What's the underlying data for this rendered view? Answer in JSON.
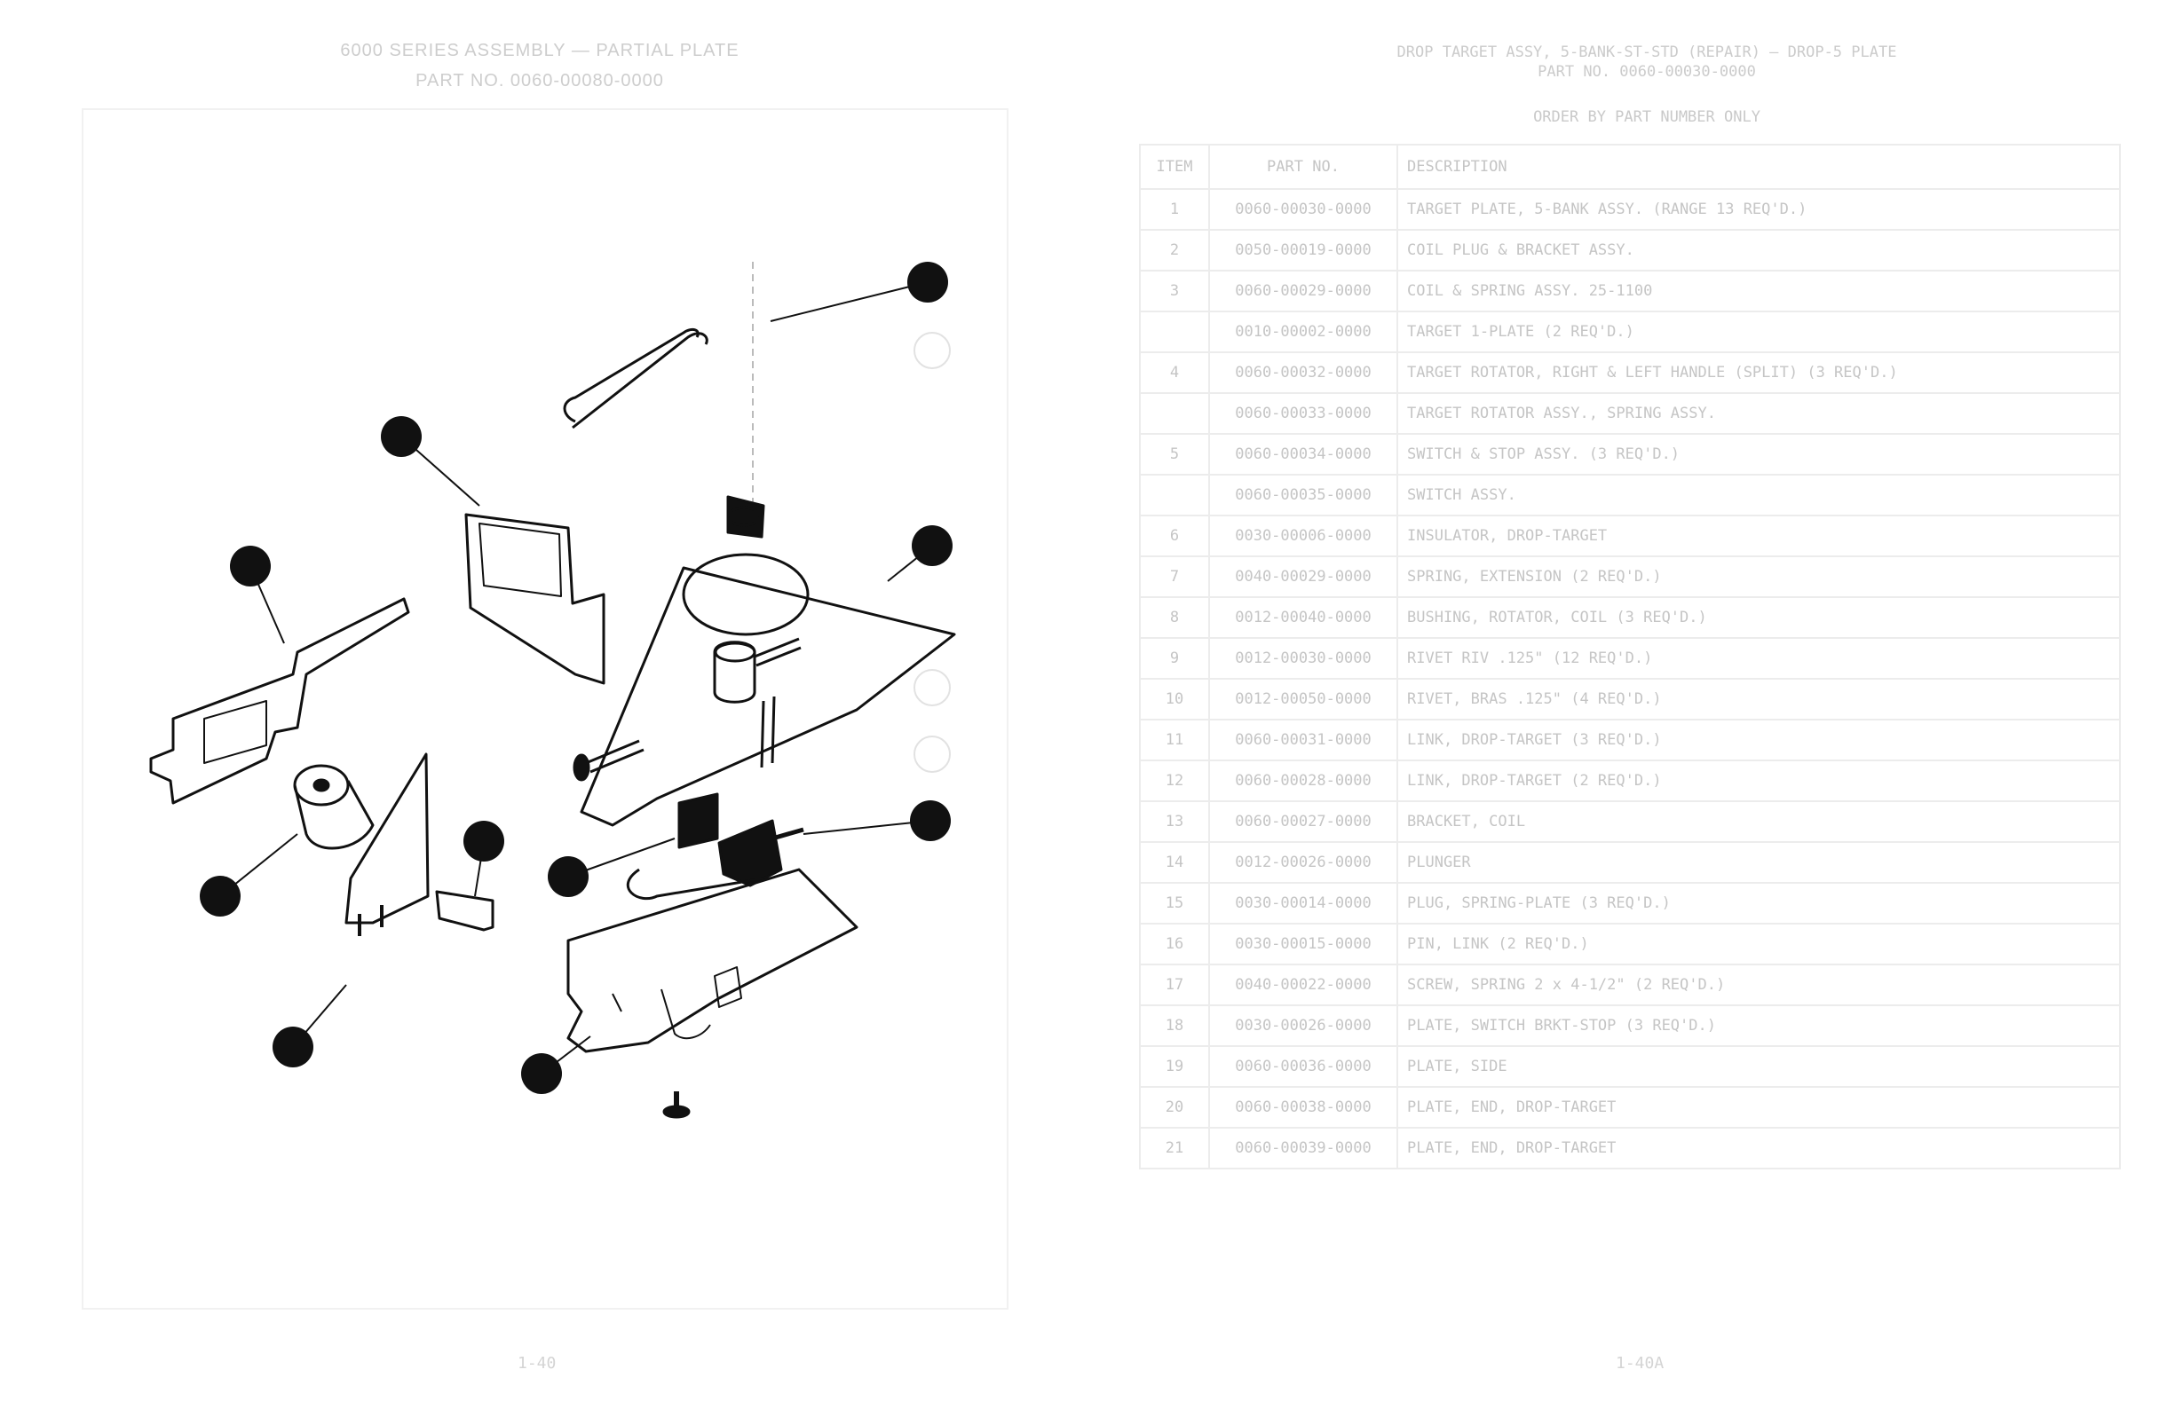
{
  "left_page": {
    "title_line1": "6000 SERIES ASSEMBLY — PARTIAL PLATE",
    "title_line2": "PART NO. 0060-00080-0000",
    "page_number": "1-40"
  },
  "right_page": {
    "title_line1": "DROP TARGET ASSY, 5-BANK-ST-STD (REPAIR) — DROP-5 PLATE",
    "title_line2": "PART NO. 0060-00030-0000",
    "subheading": "ORDER BY PART NUMBER ONLY",
    "page_number": "1-40A",
    "table": {
      "headers": [
        "ITEM",
        "PART NO.",
        "DESCRIPTION"
      ],
      "rows": [
        {
          "item": "1",
          "part": "0060-00030-0000",
          "desc": "TARGET PLATE, 5-BANK ASSY. (RANGE 13 REQ'D.)"
        },
        {
          "item": "2",
          "part": "0050-00019-0000",
          "desc": "COIL PLUG & BRACKET ASSY."
        },
        {
          "item": "3",
          "part": "0060-00029-0000",
          "desc": "COIL & SPRING ASSY. 25-1100"
        },
        {
          "item": "",
          "part": "0010-00002-0000",
          "desc": "TARGET 1-PLATE (2 REQ'D.)"
        },
        {
          "item": "4",
          "part": "0060-00032-0000",
          "desc": "TARGET ROTATOR, RIGHT & LEFT HANDLE (SPLIT) (3 REQ'D.)"
        },
        {
          "item": "",
          "part": "0060-00033-0000",
          "desc": "TARGET ROTATOR ASSY., SPRING ASSY."
        },
        {
          "item": "5",
          "part": "0060-00034-0000",
          "desc": "SWITCH & STOP ASSY. (3 REQ'D.)"
        },
        {
          "item": "",
          "part": "0060-00035-0000",
          "desc": "SWITCH ASSY."
        },
        {
          "item": "6",
          "part": "0030-00006-0000",
          "desc": "INSULATOR, DROP-TARGET"
        },
        {
          "item": "7",
          "part": "0040-00029-0000",
          "desc": "SPRING, EXTENSION (2 REQ'D.)"
        },
        {
          "item": "8",
          "part": "0012-00040-0000",
          "desc": "BUSHING, ROTATOR, COIL (3 REQ'D.)"
        },
        {
          "item": "9",
          "part": "0012-00030-0000",
          "desc": "RIVET RIV .125\" (12 REQ'D.)"
        },
        {
          "item": "10",
          "part": "0012-00050-0000",
          "desc": "RIVET, BRAS .125\" (4 REQ'D.)"
        },
        {
          "item": "11",
          "part": "0060-00031-0000",
          "desc": "LINK, DROP-TARGET (3 REQ'D.)"
        },
        {
          "item": "12",
          "part": "0060-00028-0000",
          "desc": "LINK, DROP-TARGET (2 REQ'D.)"
        },
        {
          "item": "13",
          "part": "0060-00027-0000",
          "desc": "BRACKET, COIL"
        },
        {
          "item": "14",
          "part": "0012-00026-0000",
          "desc": "PLUNGER"
        },
        {
          "item": "15",
          "part": "0030-00014-0000",
          "desc": "PLUG, SPRING-PLATE (3 REQ'D.)"
        },
        {
          "item": "16",
          "part": "0030-00015-0000",
          "desc": "PIN, LINK (2 REQ'D.)"
        },
        {
          "item": "17",
          "part": "0040-00022-0000",
          "desc": "SCREW, SPRING 2 x 4-1/2\" (2 REQ'D.)"
        },
        {
          "item": "18",
          "part": "0030-00026-0000",
          "desc": "PLATE, SWITCH BRKT-STOP (3 REQ'D.)"
        },
        {
          "item": "19",
          "part": "0060-00036-0000",
          "desc": "PLATE, SIDE"
        },
        {
          "item": "20",
          "part": "0060-00038-0000",
          "desc": "PLATE, END, DROP-TARGET"
        },
        {
          "item": "21",
          "part": "0060-00039-0000",
          "desc": "PLATE, END, DROP-TARGET"
        }
      ]
    }
  }
}
